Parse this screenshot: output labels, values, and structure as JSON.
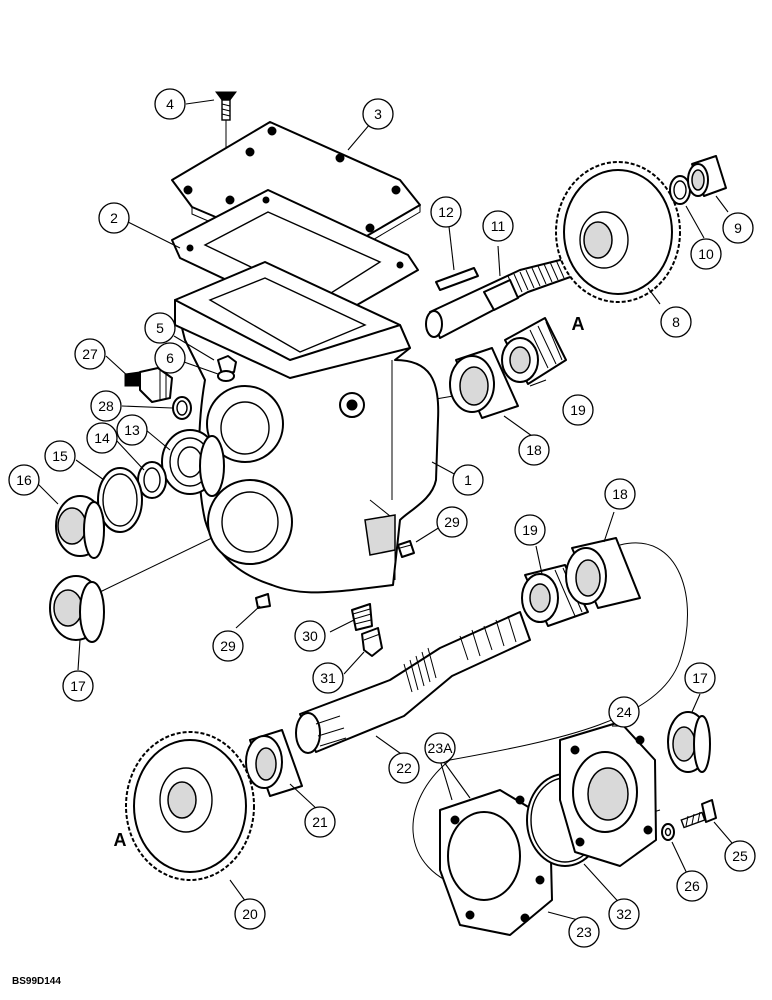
{
  "drawing": {
    "code": "BS99D144",
    "reference_letter": "A",
    "callouts": [
      {
        "id": "c1",
        "label": "1"
      },
      {
        "id": "c2",
        "label": "2"
      },
      {
        "id": "c3",
        "label": "3"
      },
      {
        "id": "c4",
        "label": "4"
      },
      {
        "id": "c5",
        "label": "5"
      },
      {
        "id": "c6",
        "label": "6"
      },
      {
        "id": "c8",
        "label": "8"
      },
      {
        "id": "c9",
        "label": "9"
      },
      {
        "id": "c10",
        "label": "10"
      },
      {
        "id": "c11",
        "label": "11"
      },
      {
        "id": "c12",
        "label": "12"
      },
      {
        "id": "c13",
        "label": "13"
      },
      {
        "id": "c14",
        "label": "14"
      },
      {
        "id": "c15",
        "label": "15"
      },
      {
        "id": "c16",
        "label": "16"
      },
      {
        "id": "c17a",
        "label": "17"
      },
      {
        "id": "c17b",
        "label": "17"
      },
      {
        "id": "c18a",
        "label": "18"
      },
      {
        "id": "c18b",
        "label": "18"
      },
      {
        "id": "c19a",
        "label": "19"
      },
      {
        "id": "c19b",
        "label": "19"
      },
      {
        "id": "c20",
        "label": "20"
      },
      {
        "id": "c21",
        "label": "21"
      },
      {
        "id": "c22",
        "label": "22"
      },
      {
        "id": "c23",
        "label": "23"
      },
      {
        "id": "c23a",
        "label": "23A"
      },
      {
        "id": "c24",
        "label": "24"
      },
      {
        "id": "c25",
        "label": "25"
      },
      {
        "id": "c26",
        "label": "26"
      },
      {
        "id": "c27",
        "label": "27"
      },
      {
        "id": "c28",
        "label": "28"
      },
      {
        "id": "c29a",
        "label": "29"
      },
      {
        "id": "c29b",
        "label": "29"
      },
      {
        "id": "c30",
        "label": "30"
      },
      {
        "id": "c31",
        "label": "31"
      },
      {
        "id": "c32",
        "label": "32"
      }
    ]
  }
}
